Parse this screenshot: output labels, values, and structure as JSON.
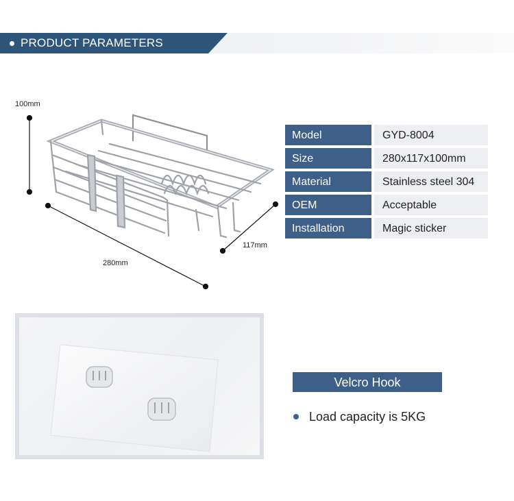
{
  "header": {
    "title": "PRODUCT PARAMETERS"
  },
  "dimensions": {
    "height": "100mm",
    "length": "280mm",
    "width": "117mm"
  },
  "specs": [
    {
      "key": "Model",
      "value": "GYD-8004"
    },
    {
      "key": "Size",
      "value": "280x117x100mm"
    },
    {
      "key": "Material",
      "value": "Stainless steel 304"
    },
    {
      "key": "OEM",
      "value": "Acceptable"
    },
    {
      "key": "Installation",
      "value": "Magic sticker"
    }
  ],
  "accessory": {
    "title": "Velcro Hook",
    "feature": "Load capacity is 5KG"
  },
  "colors": {
    "accent": "#3e6088",
    "header": "#2e567a",
    "cell": "#eceef1"
  }
}
